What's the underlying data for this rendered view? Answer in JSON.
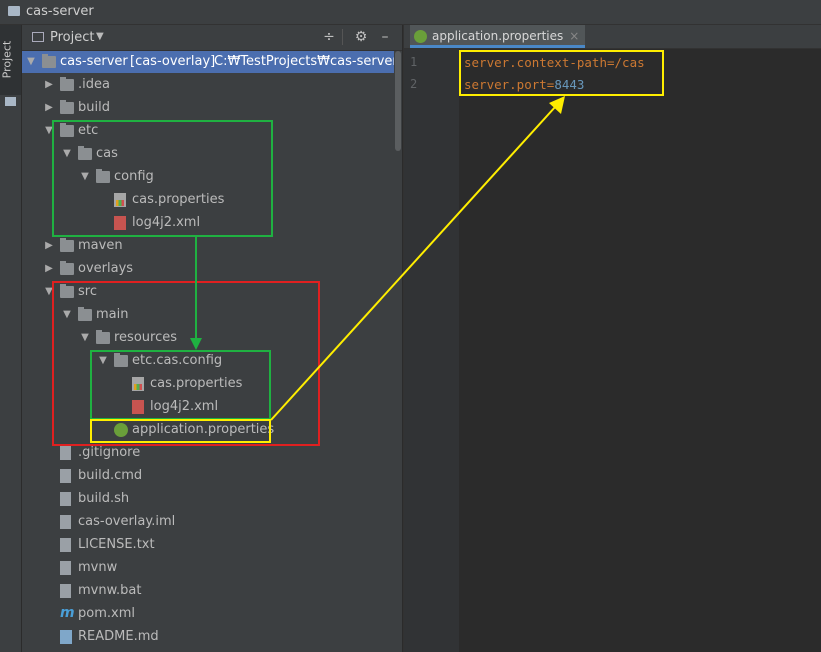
{
  "window": {
    "title": "cas-server"
  },
  "sidebar": {
    "tab_label": "Project"
  },
  "project_panel": {
    "view_label": "Project",
    "header_icons": [
      "collapse-icon",
      "gear-icon",
      "minimize-icon"
    ]
  },
  "tree": [
    {
      "label": "cas-server",
      "sub": "[cas-overlay]",
      "path": "C:₩TestProjects₩cas-server",
      "indent": 0,
      "arrow": "down",
      "icon": "module-folder-icon",
      "selected": true
    },
    {
      "label": ".idea",
      "indent": 1,
      "arrow": "right",
      "icon": "folder-icon"
    },
    {
      "label": "build",
      "indent": 1,
      "arrow": "right",
      "icon": "folder-icon"
    },
    {
      "label": "etc",
      "indent": 1,
      "arrow": "down",
      "icon": "folder-icon"
    },
    {
      "label": "cas",
      "indent": 2,
      "arrow": "down",
      "icon": "folder-icon"
    },
    {
      "label": "config",
      "indent": 3,
      "arrow": "down",
      "icon": "folder-icon"
    },
    {
      "label": "cas.properties",
      "indent": 4,
      "arrow": "",
      "icon": "properties-file-icon"
    },
    {
      "label": "log4j2.xml",
      "indent": 4,
      "arrow": "",
      "icon": "xml-file-icon"
    },
    {
      "label": "maven",
      "indent": 1,
      "arrow": "right",
      "icon": "folder-icon"
    },
    {
      "label": "overlays",
      "indent": 1,
      "arrow": "right",
      "icon": "folder-icon"
    },
    {
      "label": "src",
      "indent": 1,
      "arrow": "down",
      "icon": "folder-icon"
    },
    {
      "label": "main",
      "indent": 2,
      "arrow": "down",
      "icon": "folder-icon"
    },
    {
      "label": "resources",
      "indent": 3,
      "arrow": "down",
      "icon": "resources-folder-icon"
    },
    {
      "label": "etc.cas.config",
      "indent": 4,
      "arrow": "down",
      "icon": "package-icon"
    },
    {
      "label": "cas.properties",
      "indent": 5,
      "arrow": "",
      "icon": "properties-file-icon"
    },
    {
      "label": "log4j2.xml",
      "indent": 5,
      "arrow": "",
      "icon": "xml-file-icon"
    },
    {
      "label": "application.properties",
      "indent": 4,
      "arrow": "",
      "icon": "spring-properties-icon"
    },
    {
      "label": ".gitignore",
      "indent": 1,
      "arrow": "",
      "icon": "file-icon"
    },
    {
      "label": "build.cmd",
      "indent": 1,
      "arrow": "",
      "icon": "file-icon"
    },
    {
      "label": "build.sh",
      "indent": 1,
      "arrow": "",
      "icon": "file-icon"
    },
    {
      "label": "cas-overlay.iml",
      "indent": 1,
      "arrow": "",
      "icon": "file-icon"
    },
    {
      "label": "LICENSE.txt",
      "indent": 1,
      "arrow": "",
      "icon": "file-icon"
    },
    {
      "label": "mvnw",
      "indent": 1,
      "arrow": "",
      "icon": "file-icon"
    },
    {
      "label": "mvnw.bat",
      "indent": 1,
      "arrow": "",
      "icon": "file-icon"
    },
    {
      "label": "pom.xml",
      "indent": 1,
      "arrow": "",
      "icon": "maven-icon"
    },
    {
      "label": "README.md",
      "indent": 1,
      "arrow": "",
      "icon": "markdown-icon"
    }
  ],
  "editor": {
    "tab_label": "application.properties",
    "tab_close": "×",
    "lines": [
      {
        "num": "1",
        "key": "server.context-path",
        "eq": "=",
        "value": "/cas",
        "value_type": "text"
      },
      {
        "num": "2",
        "key": "server.port",
        "eq": "=",
        "value": "8443",
        "value_type": "number"
      }
    ]
  },
  "annotations": {
    "colors": {
      "green": "#1fb141",
      "red": "#e02020",
      "yellow": "#ffee00"
    },
    "icons": [
      "green-box",
      "red-box",
      "yellow-box",
      "green-arrow",
      "yellow-arrow"
    ]
  }
}
